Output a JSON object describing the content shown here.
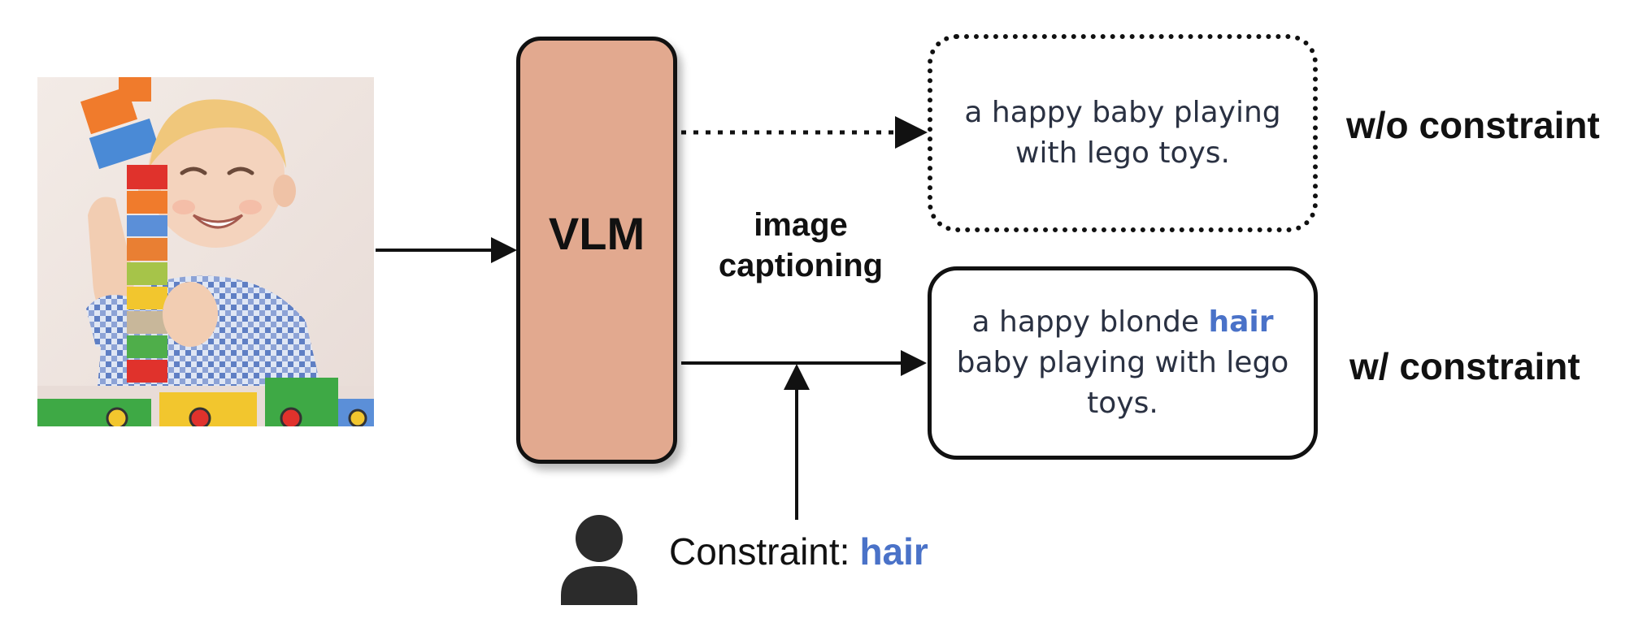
{
  "model": {
    "label": "VLM"
  },
  "task": {
    "line1": "image",
    "line2": "captioning"
  },
  "without_constraint": {
    "label": "w/o constraint",
    "caption_line1": "a happy baby playing",
    "caption_line2": "with lego toys."
  },
  "with_constraint": {
    "label": "w/ constraint",
    "caption_line1_pre": "a happy blonde",
    "caption_line1_highlight": "hair",
    "caption_line2": "baby playing with lego",
    "caption_line3": "toys."
  },
  "constraint": {
    "prefix": "Constraint:",
    "value": "hair"
  },
  "colors": {
    "highlight": "#4a72c8",
    "vlm_fill": "#e2a98f",
    "stroke": "#111111"
  }
}
